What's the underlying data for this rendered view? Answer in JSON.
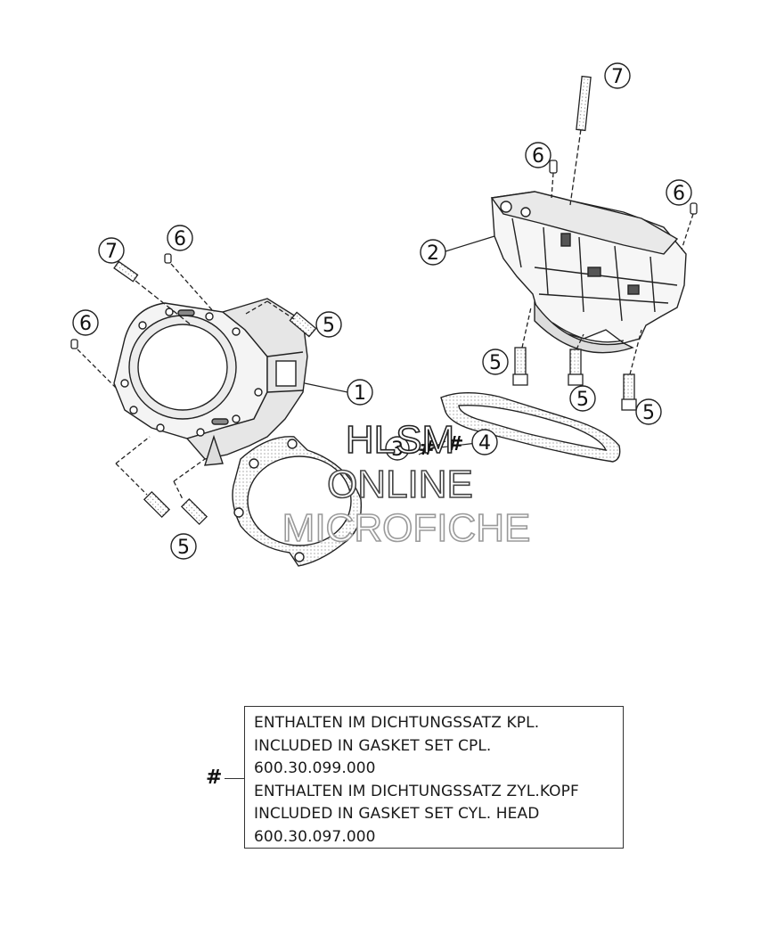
{
  "callouts": [
    {
      "id": "c7a",
      "num": "7"
    },
    {
      "id": "c6a",
      "num": "6"
    },
    {
      "id": "c6b",
      "num": "6"
    },
    {
      "id": "c2",
      "num": "2"
    },
    {
      "id": "c5a",
      "num": "5"
    },
    {
      "id": "c5b",
      "num": "5"
    },
    {
      "id": "c5c",
      "num": "5"
    },
    {
      "id": "c4",
      "num": "4"
    },
    {
      "id": "c7b",
      "num": "7"
    },
    {
      "id": "c6c",
      "num": "6"
    },
    {
      "id": "c6d",
      "num": "6"
    },
    {
      "id": "c5d",
      "num": "5"
    },
    {
      "id": "c1",
      "num": "1"
    },
    {
      "id": "c5e",
      "num": "5"
    },
    {
      "id": "c3",
      "num": "3"
    }
  ],
  "gasket_marks": [
    "#",
    "#"
  ],
  "watermark": {
    "line1": "HLSM",
    "line2": "ONLINE",
    "line3": "MICROFICHE"
  },
  "legend": {
    "symbol": "#",
    "lines": [
      "ENTHALTEN IM DICHTUNGSSATZ KPL.",
      "INCLUDED IN GASKET SET CPL.",
      "600.30.099.000",
      "ENTHALTEN IM DICHTUNGSSATZ ZYL.KOPF",
      "INCLUDED IN GASKET SET CYL. HEAD",
      "600.30.097.000"
    ]
  }
}
